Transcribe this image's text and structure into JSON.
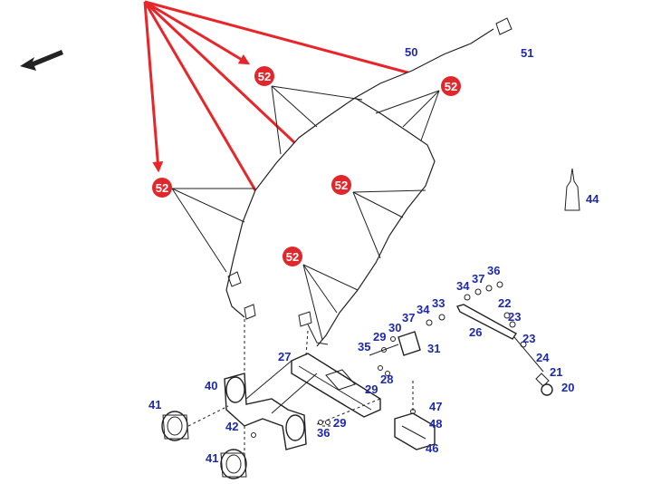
{
  "diagram": {
    "callouts": {
      "c52": "52",
      "c51": "51",
      "c50": "50",
      "c44": "44",
      "c34a": "34",
      "c37a": "37",
      "c36": "36",
      "c22": "22",
      "c23a": "23",
      "c23b": "23",
      "c26": "26",
      "c24": "24",
      "c21": "21",
      "c20": "20",
      "c33": "33",
      "c34b": "34",
      "c37b": "37",
      "c30": "30",
      "c29a": "29",
      "c35": "35",
      "c31": "31",
      "c27": "27",
      "c28": "28",
      "c29b": "29",
      "c40": "40",
      "c41a": "41",
      "c42": "42",
      "c36b": "36",
      "c29c": "29",
      "c47": "47",
      "c48": "48",
      "c46": "46",
      "c41b": "41"
    },
    "colors": {
      "arrow": "#e8262a",
      "badge": "#e0272b",
      "label": "#1e2aa8"
    }
  }
}
